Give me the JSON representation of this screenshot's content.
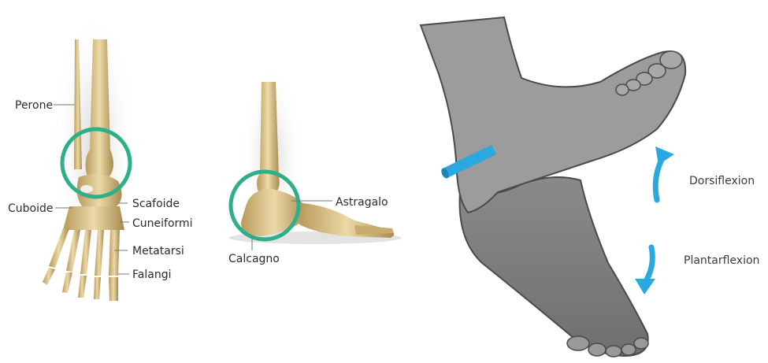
{
  "left_diagram": {
    "front_view_labels": {
      "perone": "Perone",
      "cuboide": "Cuboide",
      "scafoide": "Scafoide",
      "cuneiformi": "Cuneiformi",
      "metatarsi": "Metatarsi",
      "falangi": "Falangi"
    },
    "side_view_labels": {
      "astragalo": "Astragalo",
      "calcagno": "Calcagno"
    },
    "highlight_color": "#2fae8a",
    "bone_color": "#d9c08a"
  },
  "right_diagram": {
    "dorsiflexion_label": "Dorsiflexion",
    "plantarflexion_label": "Plantarflexion",
    "arrow_color": "#2aa8e0",
    "axis_color": "#2aa8e0",
    "foot_color": "#8c8c8c"
  }
}
